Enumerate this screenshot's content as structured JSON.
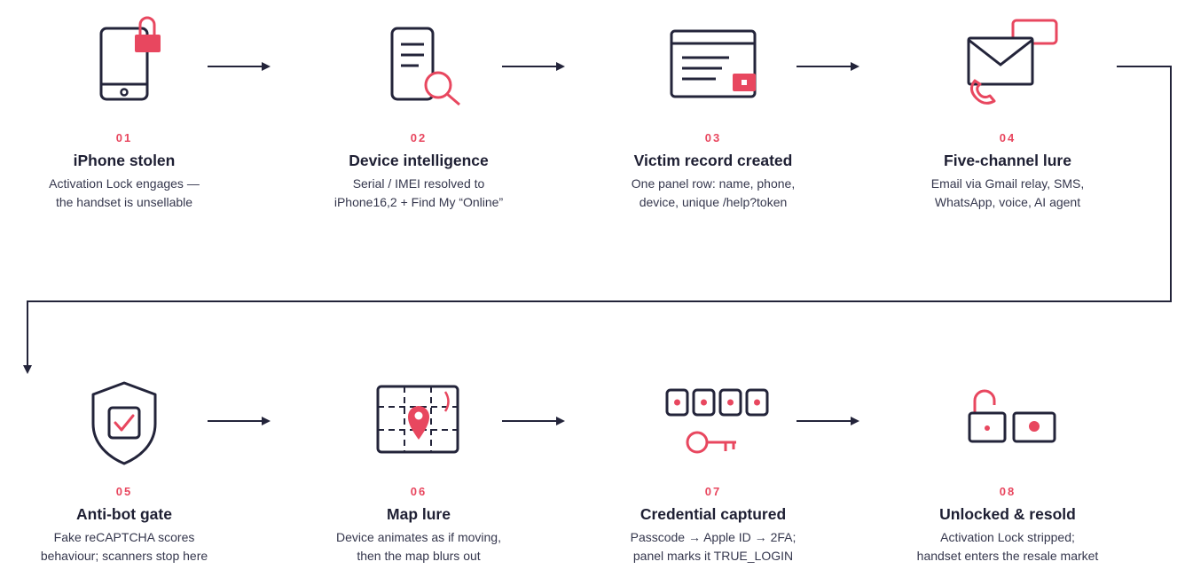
{
  "steps": [
    {
      "num": "01",
      "title": "iPhone stolen",
      "desc": "Activation Lock engages —\nthe handset is unsellable",
      "icon": "locked-phone-icon"
    },
    {
      "num": "02",
      "title": "Device intelligence",
      "desc": "Serial / IMEI resolved to\niPhone16,2 + Find My “Online”",
      "icon": "document-magnifier-icon"
    },
    {
      "num": "03",
      "title": "Victim record created",
      "desc": "One panel row: name, phone,\ndevice, unique /help?token",
      "icon": "browser-window-icon"
    },
    {
      "num": "04",
      "title": "Five-channel lure",
      "desc": "Email via Gmail relay, SMS,\nWhatsApp, voice, AI agent",
      "icon": "envelope-chat-phone-icon"
    },
    {
      "num": "05",
      "title": "Anti-bot gate",
      "desc": "Fake reCAPTCHA scores\nbehaviour; scanners stop here",
      "icon": "shield-check-icon"
    },
    {
      "num": "06",
      "title": "Map lure",
      "desc": "Device animates as if moving,\nthen the map blurs out",
      "icon": "map-pin-icon"
    },
    {
      "num": "07",
      "title": "Credential captured",
      "desc": "Passcode → Apple ID → 2FA;\npanel marks it TRUE_LOGIN",
      "icon": "passcode-key-icon"
    },
    {
      "num": "08",
      "title": "Unlocked & resold",
      "desc": "Activation Lock stripped;\nhandset enters the resale market",
      "icon": "unlocked-padlock-icon"
    }
  ],
  "colors": {
    "accent": "#e8475f",
    "ink": "#23243a",
    "text": "#35374d"
  }
}
